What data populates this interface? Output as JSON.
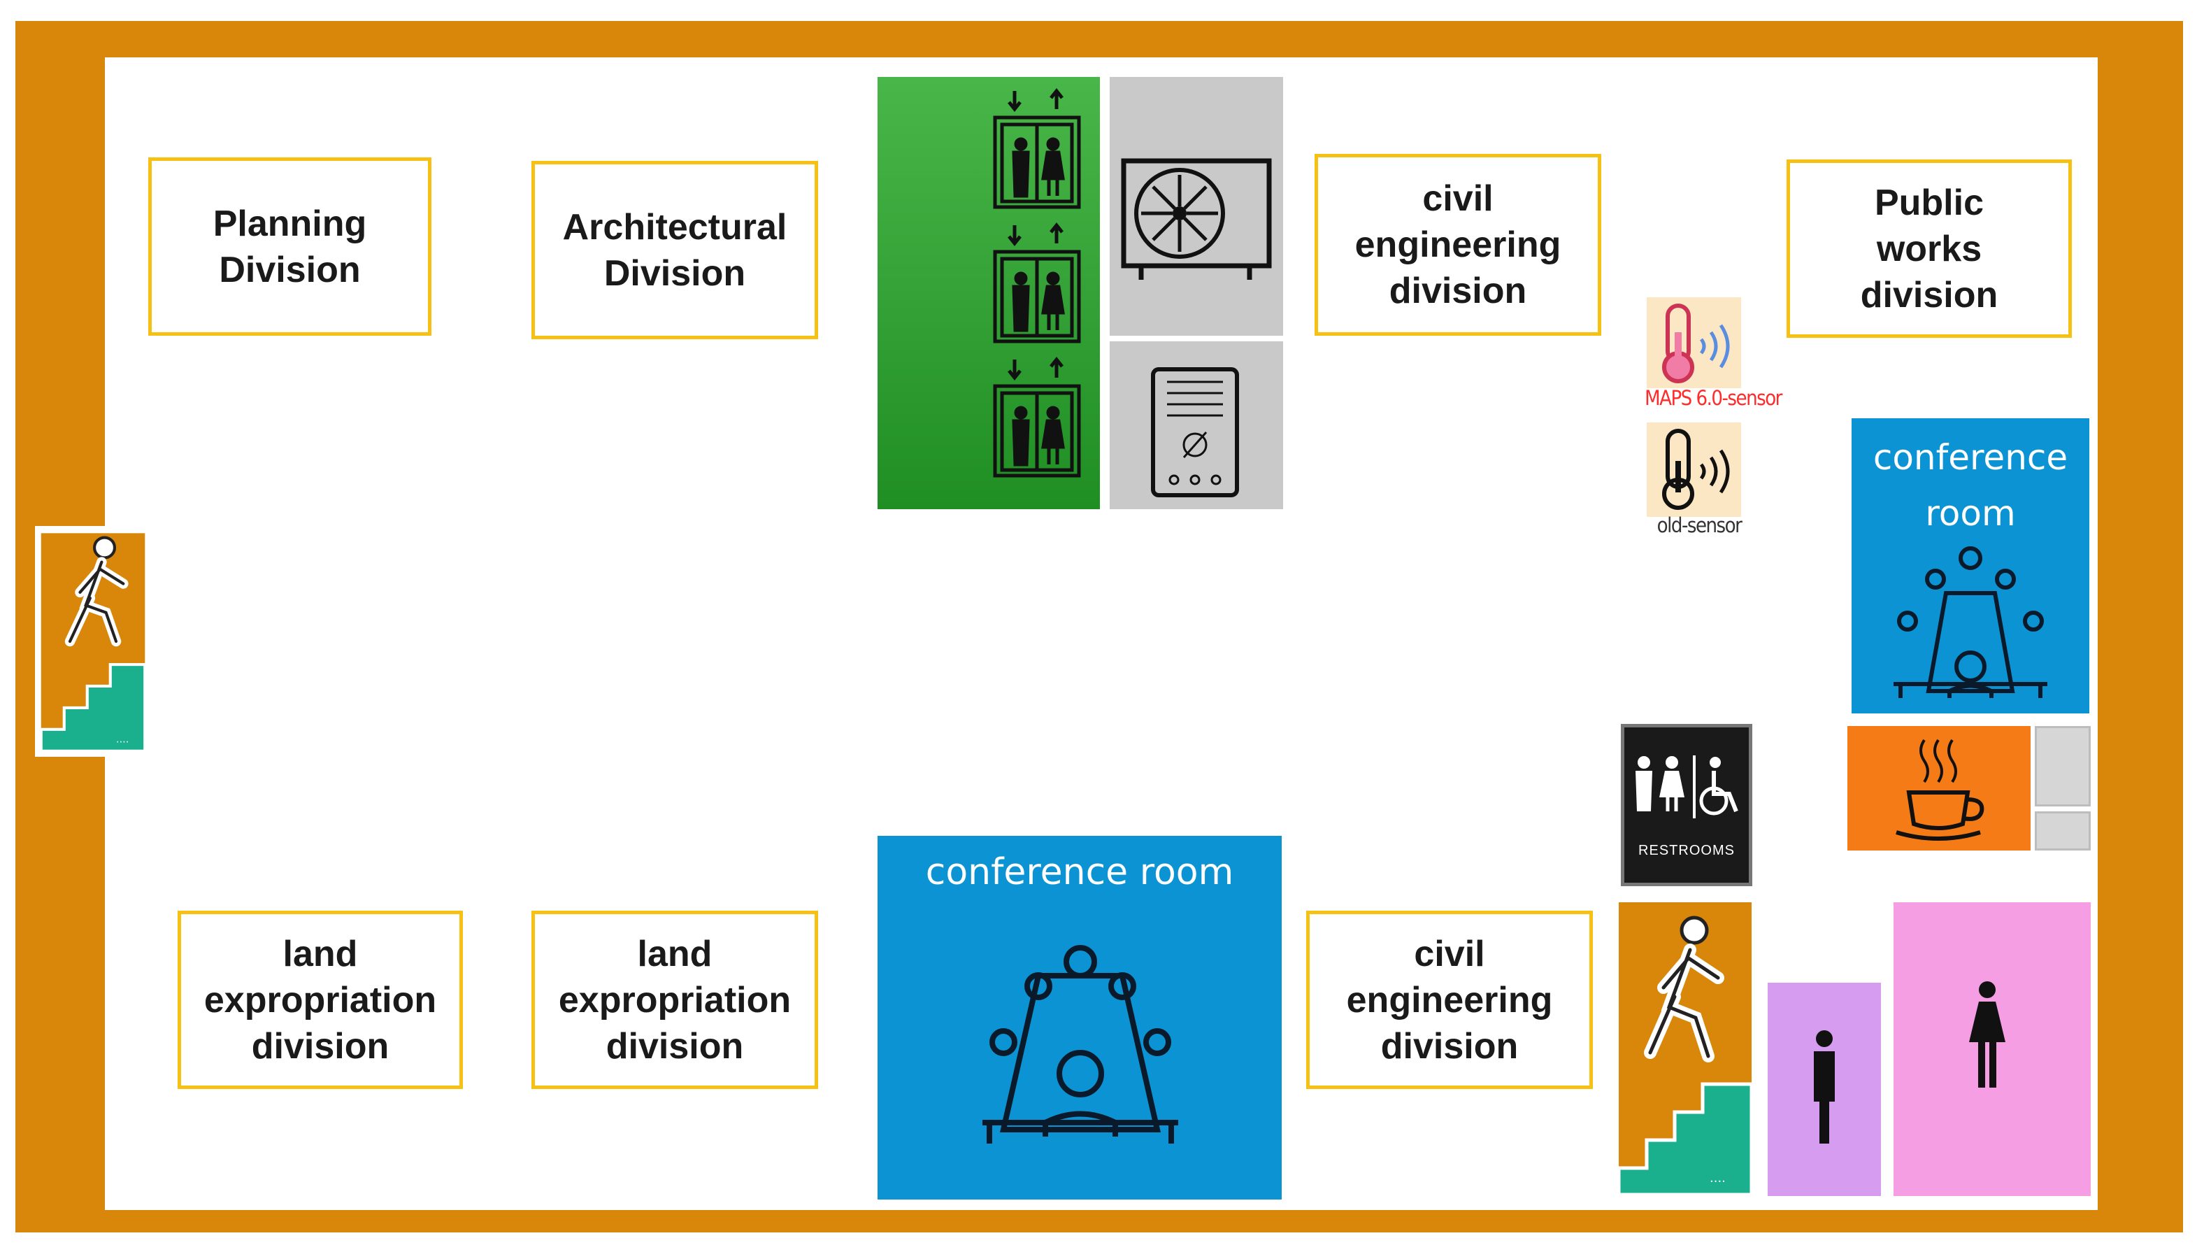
{
  "divisions": {
    "planning": "Planning\nDivision",
    "architectural": "Architectural\nDivision",
    "civil_top": "civil\nengineering\ndivision",
    "public_works": "Public\nworks\ndivision",
    "land_a": "land\nexpropriation\ndivision",
    "land_b": "land\nexpropriation\ndivision",
    "civil_bottom": "civil\nengineering\ndivision"
  },
  "conference_rooms": {
    "right": "conference\nroom",
    "bottom": "conference room"
  },
  "sensors": {
    "maps": {
      "label": "MAPS 6.0-sensor",
      "color": "#ff2b2b"
    },
    "old": {
      "label": "old-sensor",
      "color": "#333333"
    }
  },
  "restroom_sign": {
    "label": "RESTROOMS"
  },
  "colors": {
    "wall": "#d8870a",
    "division_border": "#f5c114",
    "conference": "#0b93d3",
    "elevator": "#2fa22f",
    "equipment": "#c9c9c9",
    "cafe": "#f47b16",
    "mens_room": "#d69cf0",
    "womens_room": "#f59ee4",
    "stairs": "#1ab08e"
  },
  "icons": [
    "stairs-icon",
    "elevator-icon",
    "ac-unit-icon",
    "server-icon",
    "thermometer-sensor-icon",
    "meeting-icon",
    "restroom-sign-icon",
    "coffee-cup-icon",
    "man-icon",
    "woman-icon"
  ]
}
